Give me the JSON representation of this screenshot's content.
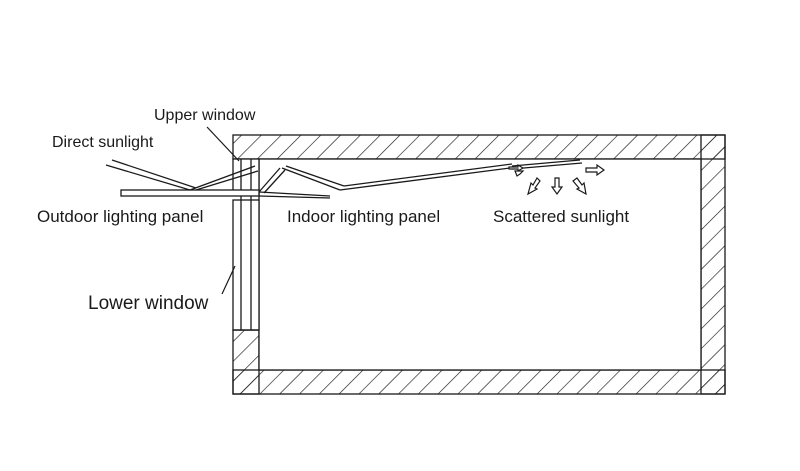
{
  "labels": {
    "upper_window": "Upper window",
    "direct_sunlight": "Direct sunlight",
    "outdoor_lighting_panel": "Outdoor lighting panel",
    "indoor_lighting_panel": "Indoor lighting panel",
    "scattered_sunlight": "Scattered sunlight",
    "lower_window": "Lower window"
  },
  "colors": {
    "line": "#1a1a1a",
    "background": "#ffffff"
  }
}
